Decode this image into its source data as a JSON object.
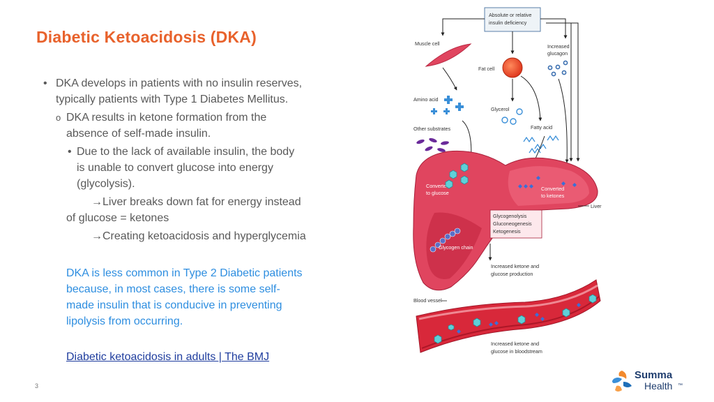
{
  "slide": {
    "title": "Diabetic Ketoacidosis (DKA)",
    "page_number": "3"
  },
  "bullets": {
    "b1_line1": "DKA develops in patients with no insulin reserves,",
    "b1_line2": "typically patients with Type 1 Diabetes Mellitus.",
    "b2_line1": "DKA results in ketone formation from the",
    "b2_line2": "absence of self-made insulin.",
    "b3_line1": "Due to the lack of available insulin, the body",
    "b3_line2": "is unable to convert glucose into energy",
    "b3_line3": "(glycolysis).",
    "arrow1_line1": "→Liver breaks down fat for energy instead",
    "arrow1_line2": "of glucose = ketones",
    "arrow2": "→Creating ketoacidosis and hyperglycemia"
  },
  "note": {
    "line1": "DKA is less common in Type 2 Diabetic patients",
    "line2": "because, in most cases, there is some self-",
    "line3": "made insulin that is conducive in preventing",
    "line4": "lipolysis from occurring."
  },
  "reference_link": "Diabetic ketoacidosis in adults | The BMJ",
  "diagram": {
    "box_line1": "Absolute or relative",
    "box_line2": "insulin deficiency",
    "muscle_cell": "Muscle cell",
    "increased_glucagon_1": "Increased",
    "increased_glucagon_2": "glucagon",
    "fat_cell": "Fat cell",
    "amino_acid": "Amino acid",
    "glycerol": "Glycerol",
    "other_substrates": "Other substrates",
    "fatty_acid": "Fatty acid",
    "converted_glucose_1": "Converted",
    "converted_glucose_2": "to glucose",
    "converted_ketones_1": "Converted",
    "converted_ketones_2": "to ketones",
    "liver": "Liver",
    "process_1": "Glycogenolysis",
    "process_2": "Gluconeogenesis",
    "process_3": "Ketogenesis",
    "glycogen_chain": "Glycogen chain",
    "increased_production_1": "Increased ketone and",
    "increased_production_2": "glucose production",
    "blood_vessel": "Blood vessel",
    "bloodstream_1": "Increased ketone and",
    "bloodstream_2": "glucose in bloodstream"
  },
  "logo": {
    "name_line1": "Summa",
    "name_line2": "Health",
    "mark": "™"
  },
  "colors": {
    "title": "#e8622c",
    "note": "#2e8ee0",
    "link": "#1f3d9e",
    "liver": "#e0455f",
    "vessel": "#d8283a",
    "glucose": "#5fd0d8"
  }
}
